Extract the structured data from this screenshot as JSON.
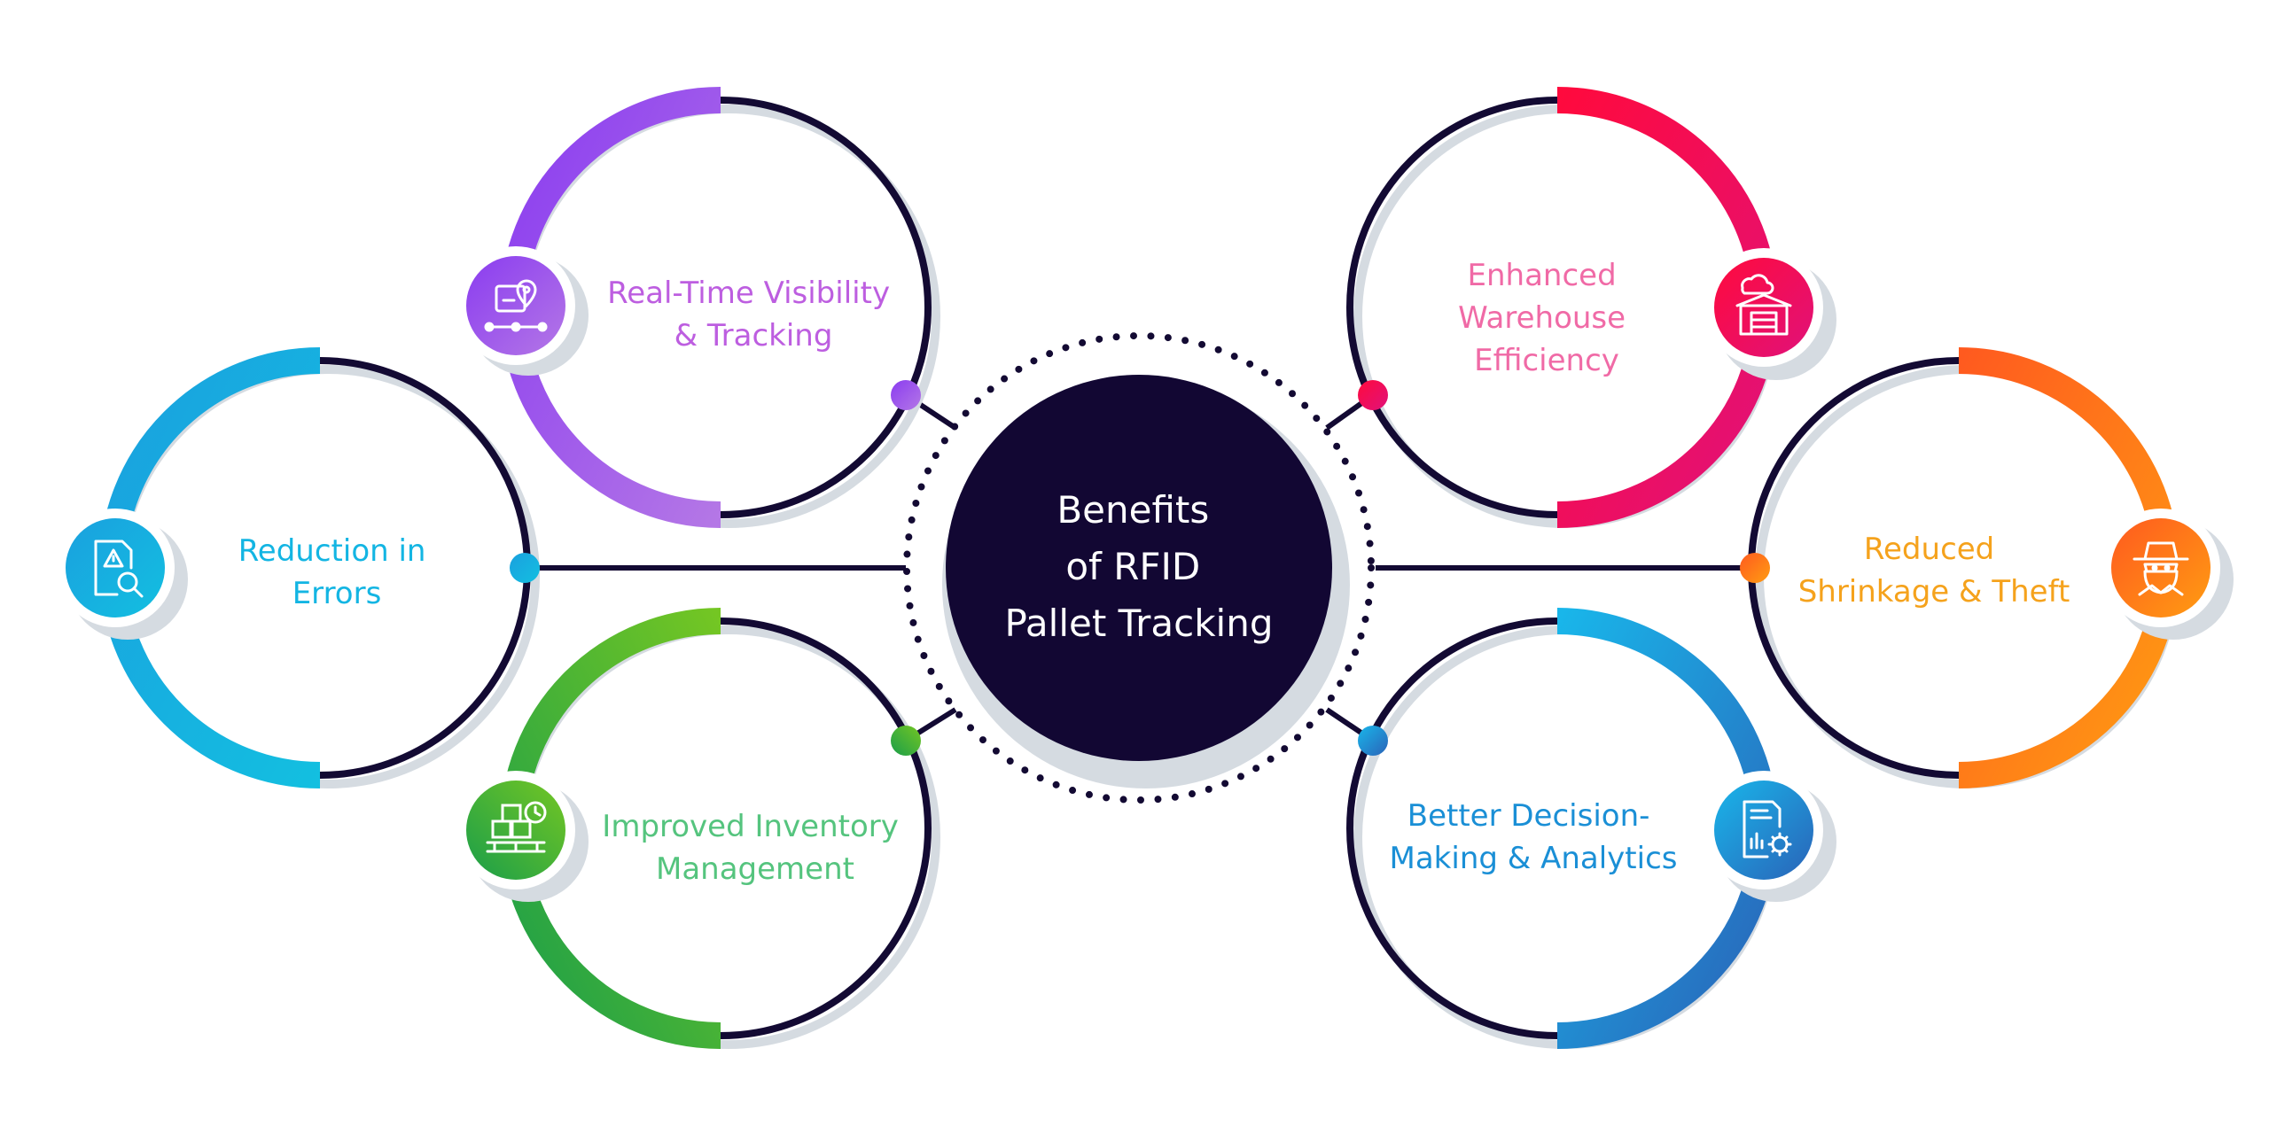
{
  "center": {
    "lines": [
      "Benefits",
      "of RFID",
      "Pallet Tracking"
    ],
    "color": "#120733"
  },
  "ring_line_color": "#130a33",
  "benefits": [
    {
      "id": "real-time-visibility",
      "lines": [
        "Real-Time Visibility",
        "& Tracking"
      ],
      "icon": "package-location-icon",
      "color_start": "#8a3cf0",
      "color_end": "#b477e6",
      "text_color": "#bd5ee0"
    },
    {
      "id": "reduction-in-errors",
      "lines": [
        "Reduction in",
        "Errors"
      ],
      "icon": "document-warning-search-icon",
      "color_start": "#1aa0df",
      "color_end": "#13bfe0",
      "text_color": "#13b5e3"
    },
    {
      "id": "improved-inventory",
      "lines": [
        "Improved Inventory",
        "Management"
      ],
      "icon": "inventory-boxes-clock-icon",
      "color_start": "#1a9e4a",
      "color_end": "#74c623",
      "text_color": "#55c47e"
    },
    {
      "id": "enhanced-warehouse",
      "lines": [
        "Enhanced",
        "Warehouse",
        "Efficiency"
      ],
      "icon": "warehouse-cloud-icon",
      "color_start": "#ff0a3d",
      "color_end": "#e0127a",
      "text_color": "#f06aa6"
    },
    {
      "id": "reduced-shrinkage",
      "lines": [
        "Reduced",
        "Shrinkage & Theft"
      ],
      "icon": "thief-hat-icon",
      "color_start": "#ff5a1f",
      "color_end": "#ff9c12",
      "text_color": "#f5a21c"
    },
    {
      "id": "better-decision",
      "lines": [
        "Better Decision-",
        "Making & Analytics"
      ],
      "icon": "report-gear-icon",
      "color_start": "#19b6ea",
      "color_end": "#2a63b8",
      "text_color": "#1a8fd6"
    }
  ]
}
